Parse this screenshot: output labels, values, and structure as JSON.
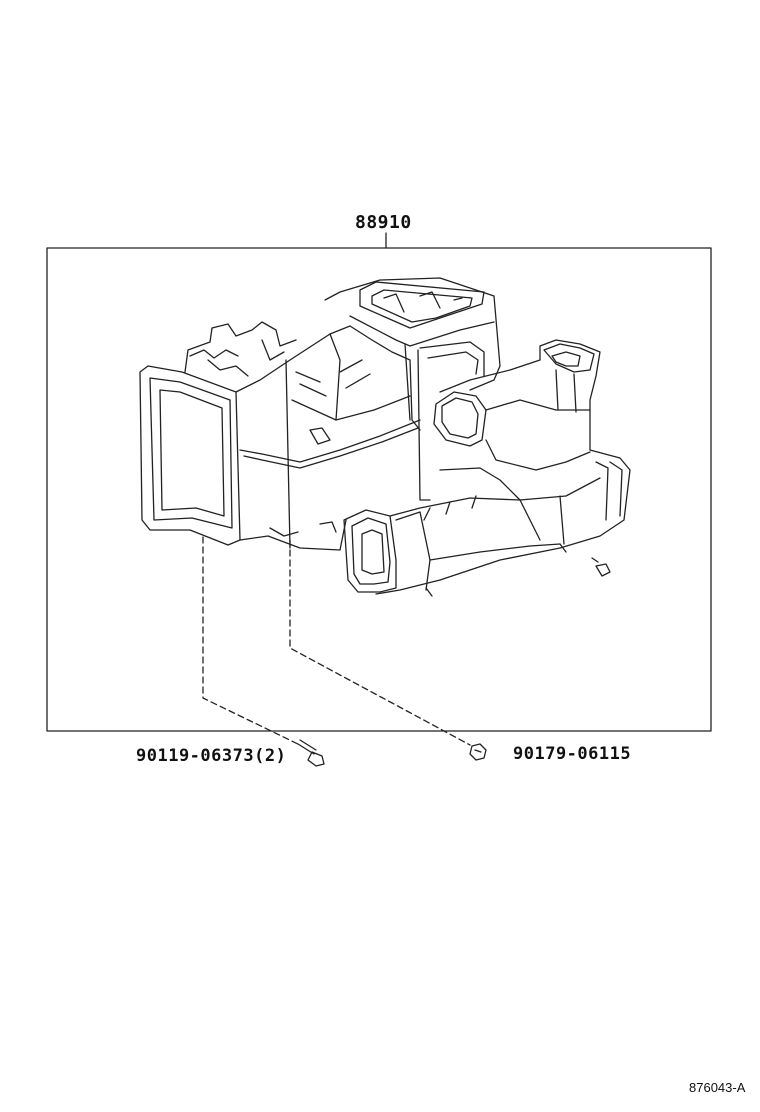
{
  "assembly": {
    "part_number": "88910"
  },
  "parts": [
    {
      "part_number": "90119-06373",
      "quantity": "(2)"
    },
    {
      "part_number": "90179-06115"
    }
  ],
  "figure_code": "876043-A",
  "colors": {
    "line": "#222222",
    "background": "#ffffff"
  }
}
